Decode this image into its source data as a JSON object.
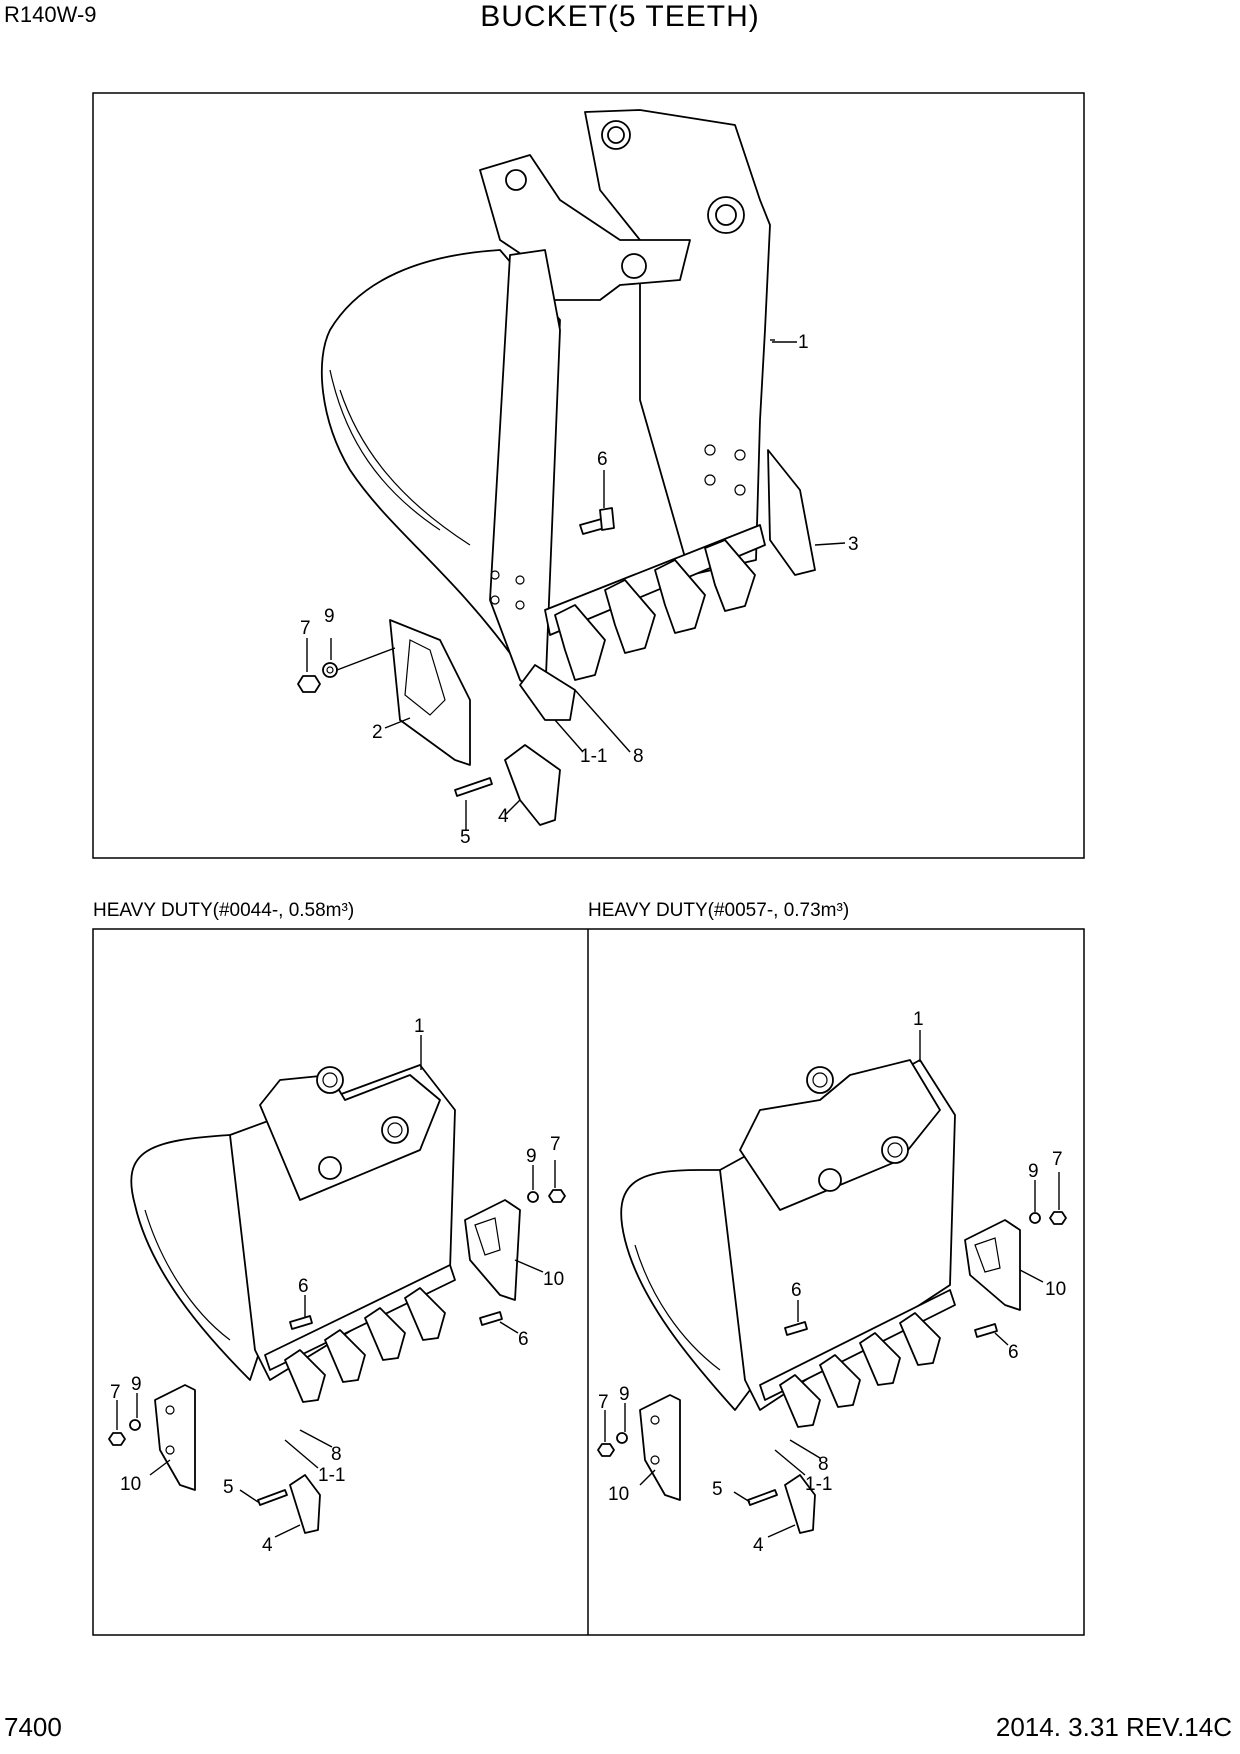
{
  "header": {
    "model": "R140W-9",
    "title": "BUCKET(5 TEETH)"
  },
  "footer": {
    "page_number": "7400",
    "revision": "2014. 3.31  REV.14C"
  },
  "panels": {
    "left_caption": "HEAVY DUTY(#0044-, 0.58m³)",
    "right_caption": "HEAVY DUTY(#0057-, 0.73m³)"
  },
  "callouts": {
    "top": [
      "1",
      "6",
      "3",
      "7",
      "9",
      "2",
      "1-1",
      "8",
      "5",
      "4"
    ],
    "left": [
      "1",
      "9",
      "7",
      "10",
      "6",
      "6",
      "7",
      "9",
      "10",
      "8",
      "1-1",
      "5",
      "4"
    ],
    "right": [
      "1",
      "9",
      "7",
      "10",
      "6",
      "6",
      "7",
      "9",
      "10",
      "8",
      "1-1",
      "5",
      "4"
    ]
  }
}
